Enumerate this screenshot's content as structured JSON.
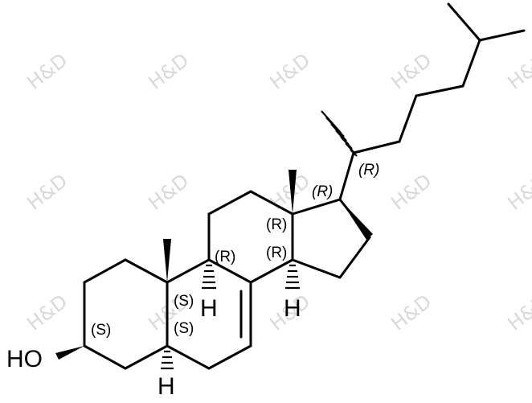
{
  "watermark": "H&D",
  "atoms": {
    "oh": "HO",
    "h5": "H",
    "h9": "H",
    "h14": "H"
  },
  "stereo_labels": {
    "c3": "(S)",
    "c5": "(S)",
    "c10": "(S)",
    "c9": "(R)",
    "c13": "(R)",
    "c14": "(R)",
    "c17": "(R)",
    "c20": "(R)"
  },
  "colors": {
    "bond": "#000000",
    "watermark": "#d9d9d9",
    "background": "#ffffff"
  }
}
